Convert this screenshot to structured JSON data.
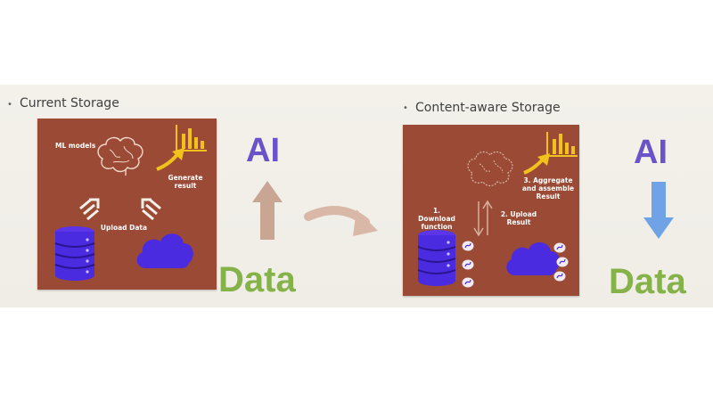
{
  "left": {
    "title": "Current Storage",
    "ml_label": "ML models",
    "generate_label": "Generate result",
    "upload_label": "Upload Data",
    "ai": "AI",
    "data": "Data"
  },
  "right": {
    "title": "Content-aware Storage",
    "step3_label": "3. Aggregate and assemble Result",
    "step1_label": "1. Download function",
    "step2_label": "2. Upload Result",
    "ai": "AI",
    "data": "Data"
  },
  "colors": {
    "panel": "#9a4a35",
    "ai": "#6a52c8",
    "data": "#86b24a",
    "up_arrow": "#c9a594",
    "down_arrow": "#6fa3e6",
    "chart_icon": "#f0c21b"
  },
  "icons": [
    "brain-icon",
    "bar-chart-icon",
    "database-icon",
    "cloud-icon",
    "chevron-up-icon",
    "function-icon"
  ]
}
